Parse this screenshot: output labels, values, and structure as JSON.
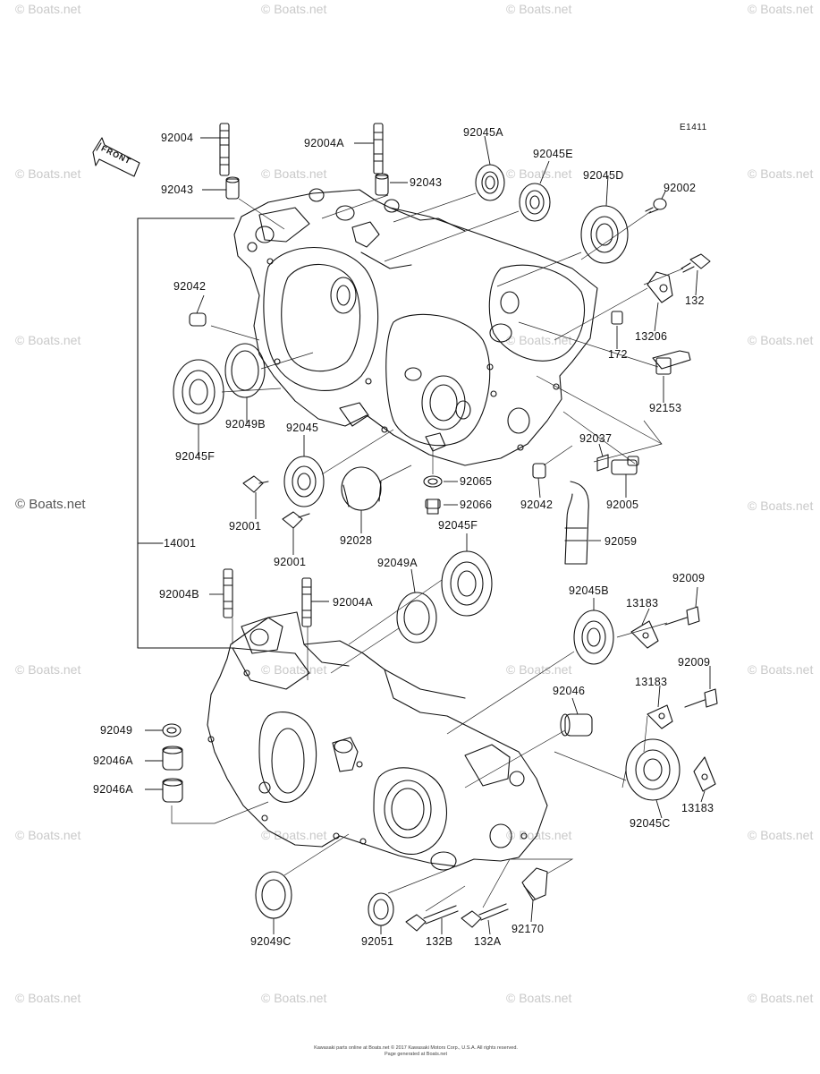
{
  "diagram": {
    "figure_code": "E1411",
    "front_label": "FRONT",
    "watermark": "© Boats.net",
    "footer_line1": "Kawasaki parts online at Boats.net © 2017 Kawasaki Motors Corp., U.S.A. All rights reserved.",
    "footer_line2": "Page generated at Boats.net",
    "labels": [
      {
        "id": "92004-top",
        "text": "92004"
      },
      {
        "id": "92043-left",
        "text": "92043"
      },
      {
        "id": "92004A-top",
        "text": "92004A"
      },
      {
        "id": "92043-right",
        "text": "92043"
      },
      {
        "id": "92045A",
        "text": "92045A"
      },
      {
        "id": "92045E",
        "text": "92045E"
      },
      {
        "id": "92045D",
        "text": "92045D"
      },
      {
        "id": "92002",
        "text": "92002"
      },
      {
        "id": "132",
        "text": "132"
      },
      {
        "id": "13206",
        "text": "13206"
      },
      {
        "id": "172",
        "text": "172"
      },
      {
        "id": "92153",
        "text": "92153"
      },
      {
        "id": "92042-upper",
        "text": "92042"
      },
      {
        "id": "92049B",
        "text": "92049B"
      },
      {
        "id": "92045F-left",
        "text": "92045F"
      },
      {
        "id": "92045",
        "text": "92045"
      },
      {
        "id": "92001-a",
        "text": "92001"
      },
      {
        "id": "92001-b",
        "text": "92001"
      },
      {
        "id": "92028",
        "text": "92028"
      },
      {
        "id": "92065",
        "text": "92065"
      },
      {
        "id": "92066",
        "text": "92066"
      },
      {
        "id": "92042-lower",
        "text": "92042"
      },
      {
        "id": "92037",
        "text": "92037"
      },
      {
        "id": "92005",
        "text": "92005"
      },
      {
        "id": "92059",
        "text": "92059"
      },
      {
        "id": "92045F-mid",
        "text": "92045F"
      },
      {
        "id": "14001",
        "text": "14001"
      },
      {
        "id": "92049A",
        "text": "92049A"
      },
      {
        "id": "92004B",
        "text": "92004B"
      },
      {
        "id": "92004A-bottom",
        "text": "92004A"
      },
      {
        "id": "92045B",
        "text": "92045B"
      },
      {
        "id": "92009-a",
        "text": "92009"
      },
      {
        "id": "13183-a",
        "text": "13183"
      },
      {
        "id": "92009-b",
        "text": "92009"
      },
      {
        "id": "13183-b",
        "text": "13183"
      },
      {
        "id": "92046",
        "text": "92046"
      },
      {
        "id": "92049",
        "text": "92049"
      },
      {
        "id": "92046A-a",
        "text": "92046A"
      },
      {
        "id": "92046A-b",
        "text": "92046A"
      },
      {
        "id": "92045C",
        "text": "92045C"
      },
      {
        "id": "13183-c",
        "text": "13183"
      },
      {
        "id": "92049C",
        "text": "92049C"
      },
      {
        "id": "92051",
        "text": "92051"
      },
      {
        "id": "132B",
        "text": "132B"
      },
      {
        "id": "132A",
        "text": "132A"
      },
      {
        "id": "92170",
        "text": "92170"
      }
    ]
  }
}
